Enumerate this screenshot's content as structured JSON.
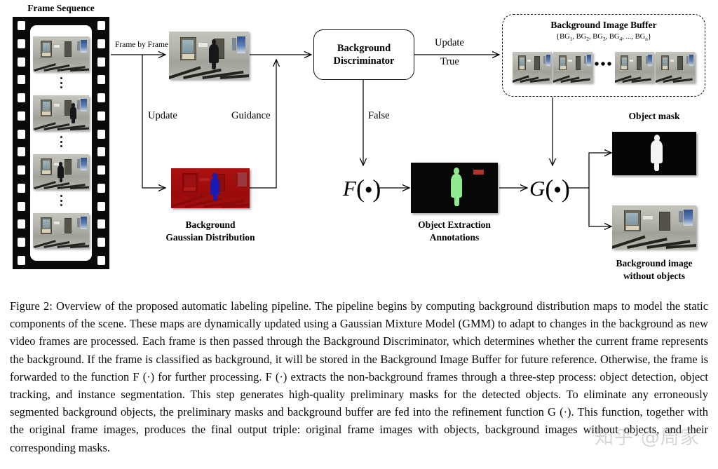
{
  "figure": {
    "film_sequence_title": "Frame Sequence",
    "edge_labels": {
      "frame_by_frame": "Frame by Frame",
      "update_left": "Update",
      "guidance": "Guidance",
      "update_right": "Update",
      "true": "True",
      "false": "False"
    },
    "discriminator": {
      "line1": "Background",
      "line2": "Discriminator"
    },
    "gaussian": {
      "line1": "Background",
      "line2": "Gaussian Distribution"
    },
    "buffer": {
      "title": "Background Image Buffer",
      "set_prefix": "{BG",
      "set_text": "{BG1, BG2, BG3, BG4, ..., BGn}",
      "items": [
        "BG1",
        "BG2",
        "BG3",
        "BG4",
        "...",
        "BGn"
      ],
      "ellipsis": "•••"
    },
    "functions": {
      "f": "F",
      "g": "G",
      "dot": "●"
    },
    "object_extraction": {
      "line1": "Object Extraction",
      "line2": "Annotations"
    },
    "object_mask": "Object mask",
    "background_image": {
      "line1": "Background image",
      "line2": "without objects"
    }
  },
  "caption": {
    "label": "Figure 2:",
    "text": "Figure 2: Overview of the proposed automatic labeling pipeline. The pipeline begins by computing background distribution maps to model the static components of the scene. These maps are dynamically updated using a Gaussian Mixture Model (GMM) to adapt to changes in the background as new video frames are processed. Each frame is then passed through the Background Discriminator, which determines whether the current frame represents the background. If the frame is classified as background, it will be stored in the Background Image Buffer for future reference. Otherwise, the frame is forwarded to the function F (·) for further processing. F (·) extracts the non-background frames through a three-step process: object detection, object tracking, and instance segmentation. This step generates high-quality preliminary masks for the detected objects. To eliminate any erroneously segmented background objects, the preliminary masks and background buffer are fed into the refinement function G (·). This function, together with the original frame images, produces the final output triple: original frame images with objects, background images without objects, and their corresponding masks."
  },
  "watermark": {
    "text": "知乎 @周家"
  },
  "colors": {
    "background": "#ffffff",
    "ink": "#000000",
    "film_strip": "#0a0a0a",
    "gaussian_red": "#a50d0d",
    "gaussian_person_blue": "#1a1ab4",
    "annotation_green": "#8fe98f",
    "annotation_tag_red": "#c0392b",
    "mask_white": "#f4f4f4",
    "mask_black": "#050505"
  }
}
